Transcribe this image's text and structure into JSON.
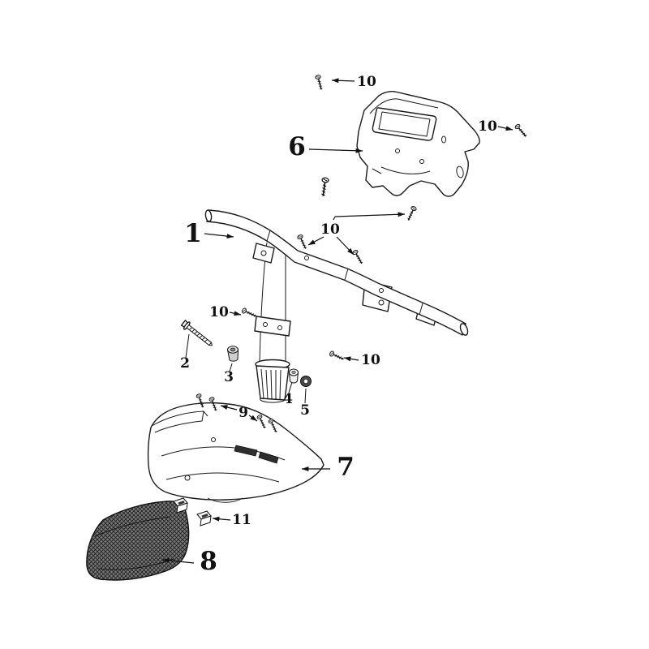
{
  "figure": {
    "type": "exploded-parts-diagram",
    "background": "#ffffff",
    "line_color": "#1a1a1a",
    "screen_fill": "#787878",
    "hatch_color": "#222222",
    "slot_fill": "#2e2e2e"
  },
  "callouts": {
    "handlebar": "1",
    "bolt": "2",
    "bushing": "3",
    "washer": "4",
    "nut": "5",
    "rear_cover": "6",
    "front_cover": "7",
    "screen": "8",
    "cover_screws": "9",
    "screw_top": "10",
    "screw_right": "10",
    "screw_mid": "10",
    "screw_left": "10",
    "screw_lower": "10",
    "clips": "11"
  }
}
